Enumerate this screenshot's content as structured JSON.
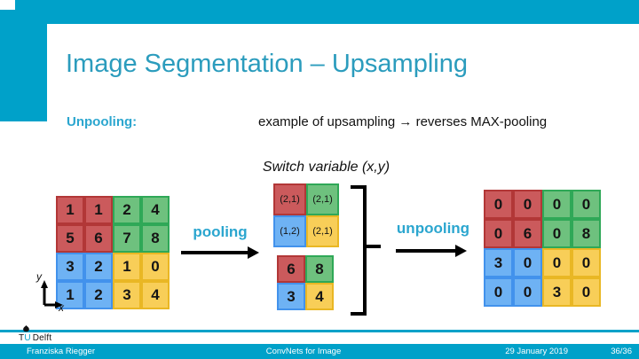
{
  "slide": {
    "title": "Image Segmentation – Upsampling",
    "unpooling_heading": "Unpooling:",
    "example_text": "example of upsampling → reverses MAX-pooling",
    "switch_caption": "Switch variable (x,y)",
    "pooling_label": "pooling",
    "unpooling_label": "unpooling"
  },
  "axis": {
    "x": "x",
    "y": "y"
  },
  "grids": {
    "input": {
      "rows": [
        [
          "1",
          "1",
          "2",
          "4"
        ],
        [
          "5",
          "6",
          "7",
          "8"
        ],
        [
          "3",
          "2",
          "1",
          "0"
        ],
        [
          "1",
          "2",
          "3",
          "4"
        ]
      ]
    },
    "switch": {
      "rows": [
        [
          "(2,1)",
          "(2,1)"
        ],
        [
          "(1,2)",
          "(2,1)"
        ]
      ]
    },
    "pooled": {
      "rows": [
        [
          "6",
          "8"
        ],
        [
          "3",
          "4"
        ]
      ]
    },
    "output": {
      "rows": [
        [
          "0",
          "0",
          "0",
          "0"
        ],
        [
          "0",
          "6",
          "0",
          "8"
        ],
        [
          "3",
          "0",
          "0",
          "0"
        ],
        [
          "0",
          "0",
          "3",
          "0"
        ]
      ]
    }
  },
  "colors": {
    "accent_cyan": "#00a1c9",
    "title_cyan": "#2b9cbd",
    "label_cyan": "#2ba6cf",
    "region_red": "#cb5a5c",
    "region_red_border": "#b23737",
    "region_green": "#6ec17e",
    "region_green_border": "#2fa857",
    "region_blue": "#6eb2f4",
    "region_blue_border": "#4292ec",
    "region_yellow": "#f8ce58",
    "region_yellow_border": "#e9b724"
  },
  "footer": {
    "author": "Franziska Riegger",
    "course": "ConvNets for Image",
    "date": "29 January 2019",
    "page": "36/36",
    "logo": {
      "t": "T",
      "u": "U",
      "delft": "Delft"
    }
  }
}
